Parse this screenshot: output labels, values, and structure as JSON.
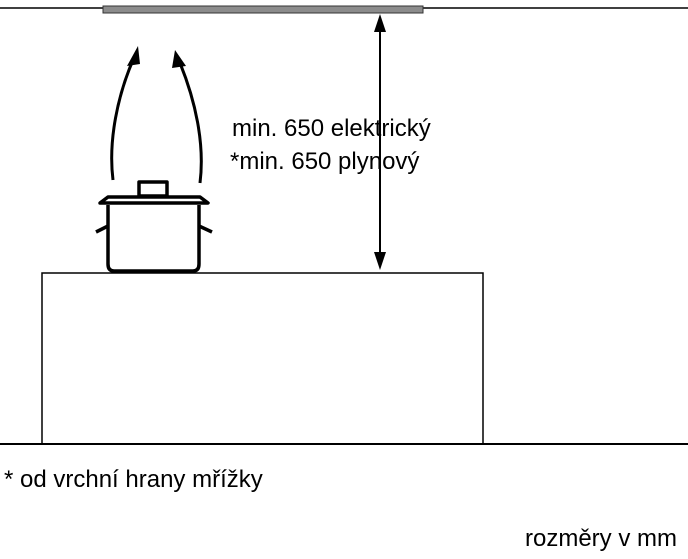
{
  "labels": {
    "electric": "min. 650 elektrický",
    "gas": "*min. 650 plynový",
    "footnote": "* od vrchní hrany mřížky",
    "units": "rozměry v mm"
  },
  "colors": {
    "line": "#000000",
    "hood": "#8c8c8c"
  },
  "icons": {
    "pot": "cooking-pot-icon",
    "steam": "steam-arrow-icon",
    "dimension": "double-arrow-icon"
  }
}
